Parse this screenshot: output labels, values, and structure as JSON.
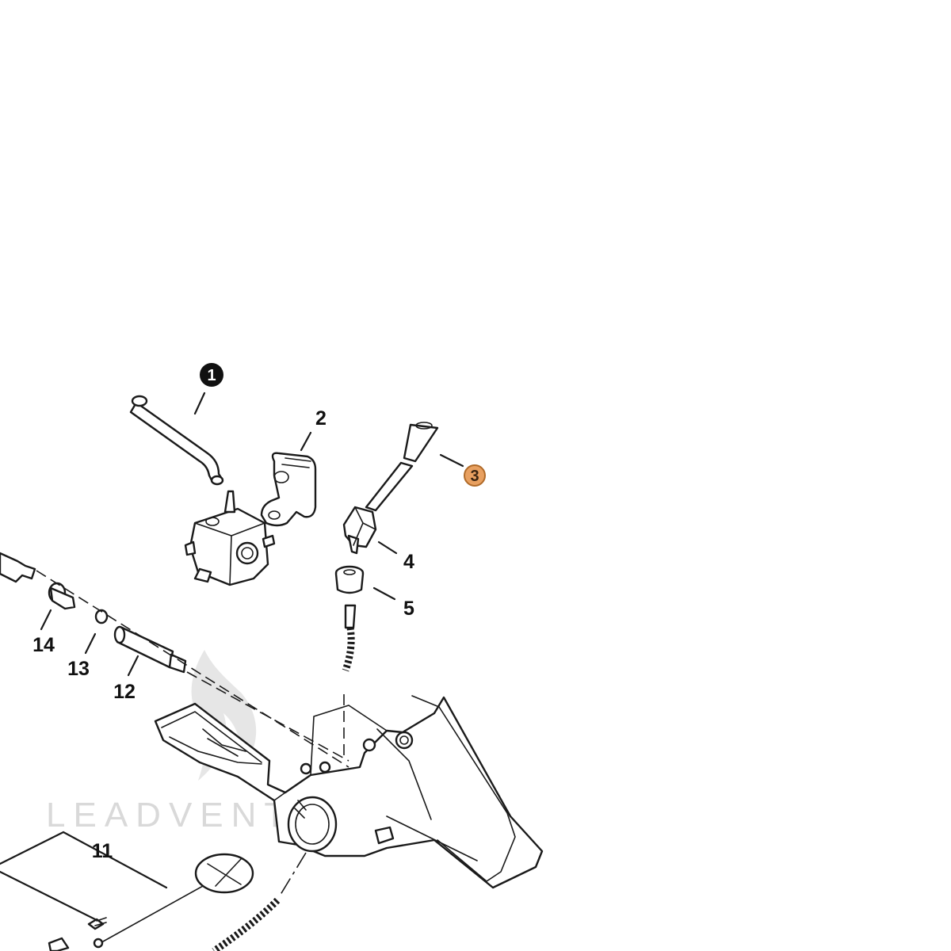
{
  "colors": {
    "ink": "#1a1a1a",
    "highlight_fill": "#e8a060",
    "highlight_stroke": "#b06a28",
    "watermark": "#d9d9d9"
  },
  "watermark": {
    "text": "LEADVENTURE"
  },
  "callouts": {
    "c1": "1",
    "c2": "2",
    "c3": "3",
    "c4": "4",
    "c5": "5",
    "c11": "11",
    "c12": "12",
    "c13": "13",
    "c14": "14"
  },
  "highlighted_callout": "3"
}
